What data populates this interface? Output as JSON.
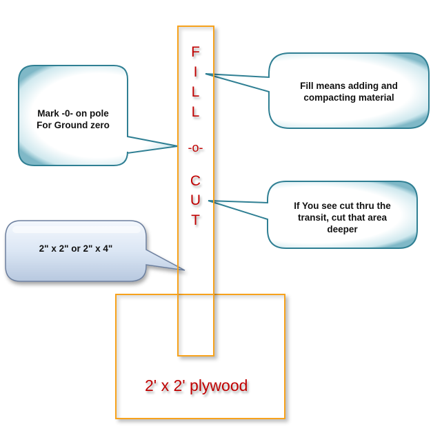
{
  "diagram": {
    "pole": {
      "letters_top": [
        "F",
        "I",
        "L",
        "L"
      ],
      "middle": "-o-",
      "letters_bottom": [
        "C",
        "U",
        "T"
      ],
      "border_color": "#f7a21c",
      "text_color": "#c00000"
    },
    "base": {
      "label": "2' x 2' plywood",
      "border_color": "#f7a21c",
      "text_color": "#c00000"
    },
    "callouts": {
      "ground_zero": {
        "line1": "Mark -0- on pole",
        "line2": "For Ground zero"
      },
      "fill": {
        "line1": "Fill means adding and",
        "line2": "compacting material"
      },
      "cut": {
        "line1": "If You see cut thru the",
        "line2": "transit, cut that area",
        "line3": "deeper"
      },
      "lumber": {
        "text": "2\" x 2\" or 2\" x 4\""
      }
    },
    "colors": {
      "callout_border": "#2f7f93",
      "callout_fill": "#ffffff",
      "lumber_border": "#6c7f9e",
      "lumber_fill": "#dde7f4"
    }
  }
}
